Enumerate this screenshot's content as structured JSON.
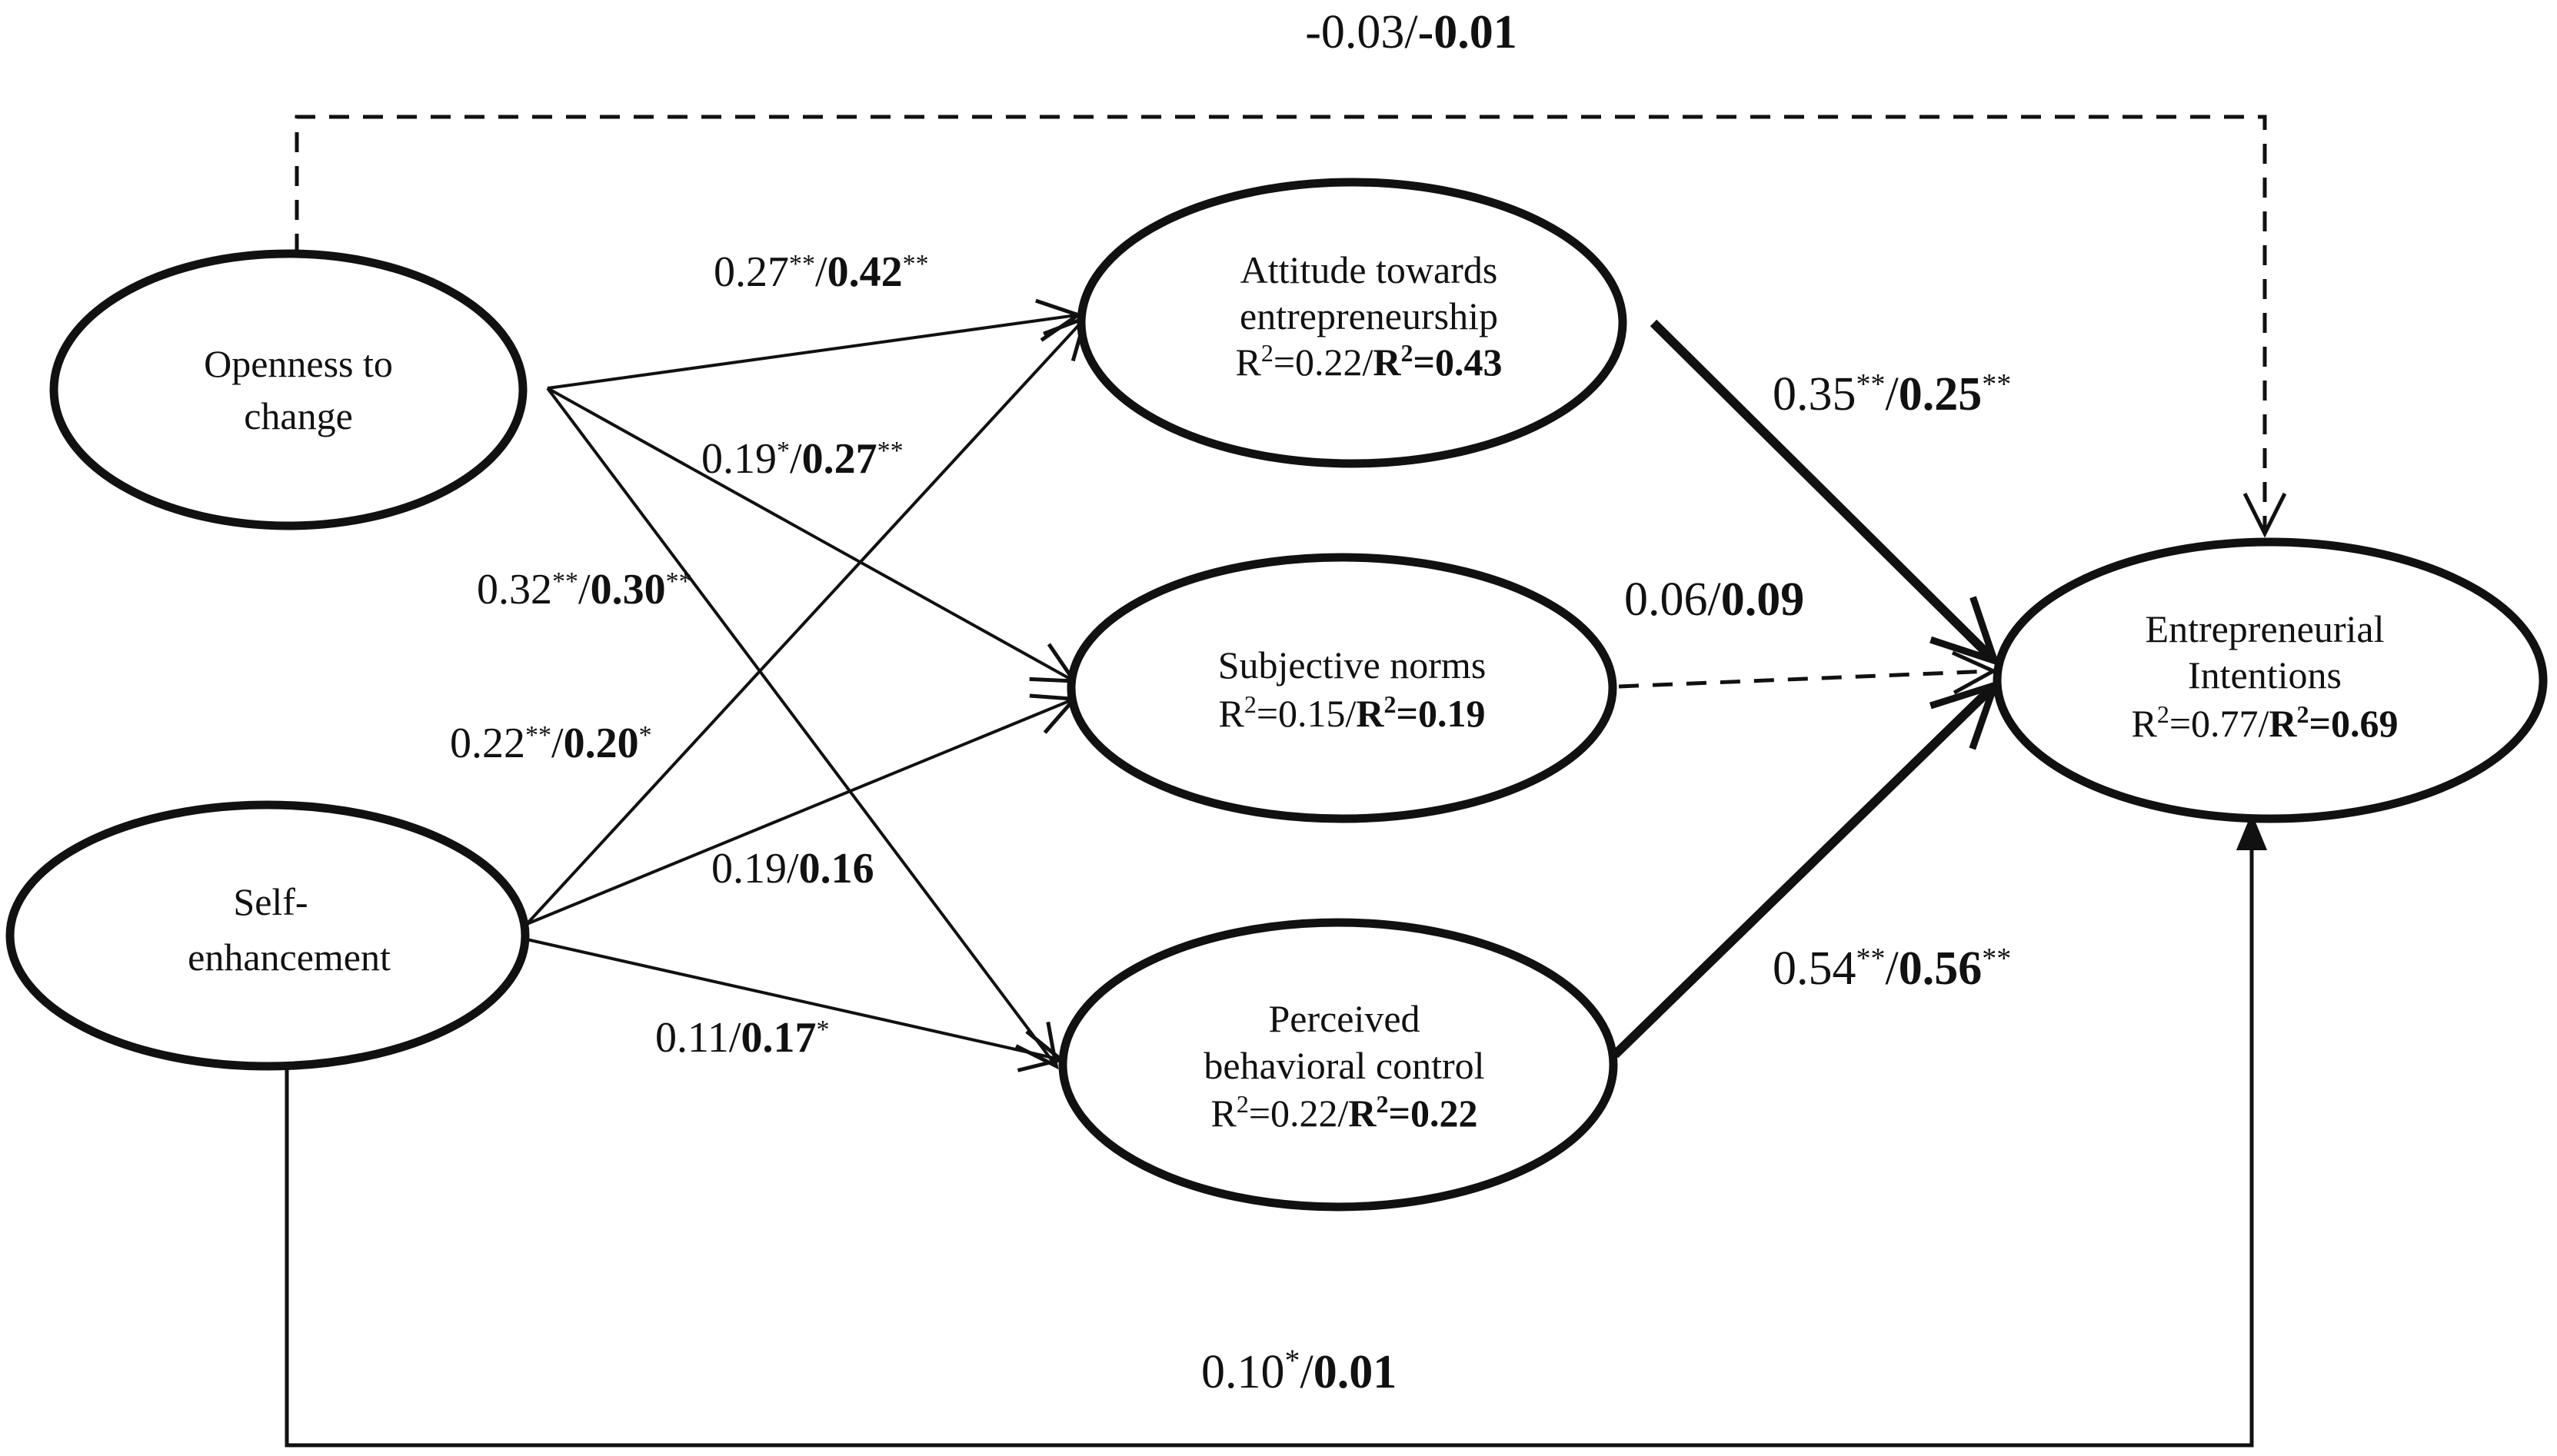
{
  "nodes": {
    "openness": {
      "lines": [
        "Openness to",
        "change"
      ]
    },
    "self_enhancement": {
      "lines": [
        "Self-",
        "enhancement"
      ]
    },
    "attitude": {
      "lines": [
        "Attitude towards",
        "entrepreneurship"
      ],
      "r2": {
        "plain_value": "0.22",
        "bold_value": "0.43"
      }
    },
    "subjective_norms": {
      "lines": [
        "Subjective norms"
      ],
      "r2": {
        "plain_value": "0.15",
        "bold_value": "0.19"
      }
    },
    "pbc": {
      "lines": [
        "Perceived",
        "behavioral control"
      ],
      "r2": {
        "plain_value": "0.22",
        "bold_value": "0.22"
      }
    },
    "intentions": {
      "lines": [
        "Entrepreneurial",
        "Intentions"
      ],
      "r2": {
        "plain_value": "0.77",
        "bold_value": "0.69"
      }
    }
  },
  "edges": {
    "openness_to_intentions": {
      "plain": "-0.03",
      "plain_sig": "",
      "bold": "-0.01",
      "bold_sig": "",
      "style": "dashed"
    },
    "openness_to_attitude": {
      "plain": "0.27",
      "plain_sig": "**",
      "bold": "0.42",
      "bold_sig": "**",
      "style": "solid"
    },
    "openness_to_norms": {
      "plain": "0.19",
      "plain_sig": "*",
      "bold": "0.27",
      "bold_sig": "**",
      "style": "solid"
    },
    "openness_to_pbc": {
      "plain": "0.32",
      "plain_sig": "**",
      "bold": "0.30",
      "bold_sig": "**",
      "style": "solid"
    },
    "self_to_attitude": {
      "plain": "0.22",
      "plain_sig": "**",
      "bold": "0.20",
      "bold_sig": "*",
      "style": "solid"
    },
    "self_to_norms": {
      "plain": "0.19",
      "plain_sig": "",
      "bold": "0.16",
      "bold_sig": "",
      "style": "solid"
    },
    "self_to_pbc": {
      "plain": "0.11",
      "plain_sig": "",
      "bold": "0.17",
      "bold_sig": "*",
      "style": "solid"
    },
    "attitude_to_intentions": {
      "plain": "0.35",
      "plain_sig": "**",
      "bold": "0.25",
      "bold_sig": "**",
      "style": "thick"
    },
    "norms_to_intentions": {
      "plain": "0.06",
      "plain_sig": "",
      "bold": "0.09",
      "bold_sig": "",
      "style": "dashed"
    },
    "pbc_to_intentions": {
      "plain": "0.54",
      "plain_sig": "**",
      "bold": "0.56",
      "bold_sig": "**",
      "style": "thick"
    },
    "self_to_intentions": {
      "plain": "0.10",
      "plain_sig": "*",
      "bold": "0.01",
      "bold_sig": "",
      "style": "solid"
    }
  },
  "text": {
    "slash": "/",
    "r2_prefix": "R",
    "r2_exponent": "2",
    "r2_equals": "="
  },
  "colors": {
    "ink": "#111111",
    "background": "#ffffff"
  }
}
